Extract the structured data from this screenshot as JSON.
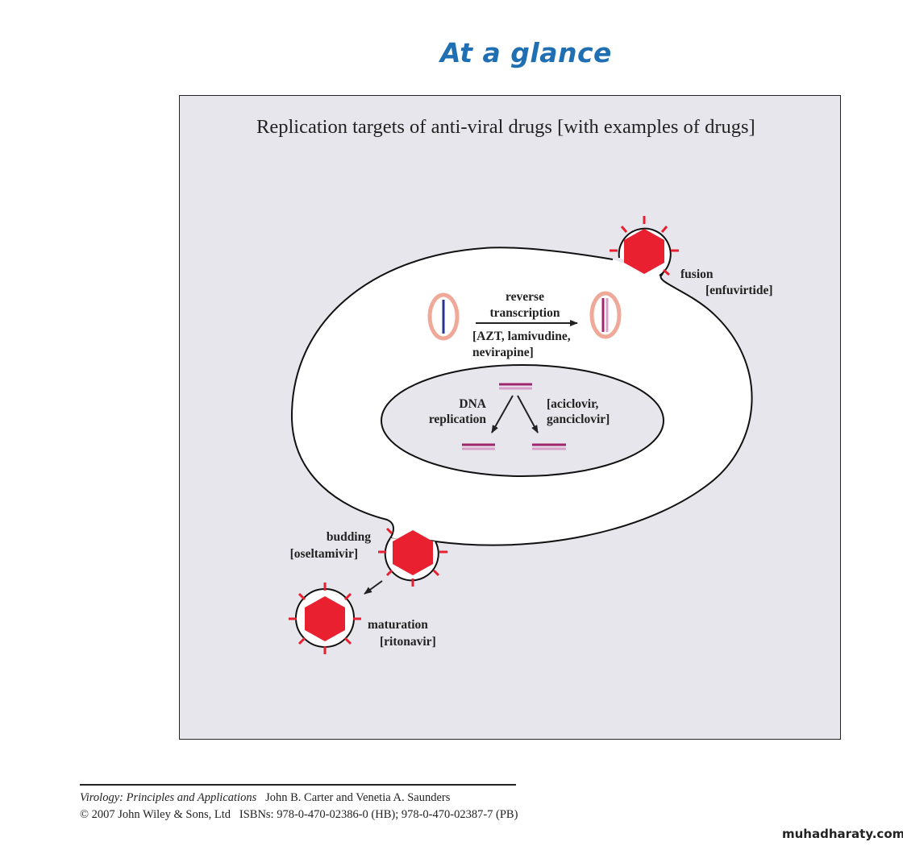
{
  "page": {
    "heading": "At a glance",
    "watermark": "muhadharaty.com"
  },
  "figure": {
    "title": "Replication targets of anti-viral drugs [with examples of drugs]",
    "steps": {
      "fusion": {
        "label": "fusion",
        "drugs": "[enfuvirtide]"
      },
      "reverse_transcription": {
        "label_line1": "reverse",
        "label_line2": "transcription",
        "drugs_line1": "[AZT, lamivudine,",
        "drugs_line2": "nevirapine]"
      },
      "dna_replication": {
        "label_line1": "DNA",
        "label_line2": "replication",
        "drugs_line1": "[aciclovir,",
        "drugs_line2": "ganciclovir]"
      },
      "budding": {
        "label": "budding",
        "drugs": "[oseltamivir]"
      },
      "maturation": {
        "label": "maturation",
        "drugs": "[ritonavir]"
      }
    },
    "colors": {
      "virion": "#e8202f",
      "capsid_ring": "#f0a898",
      "rna_strand": "#2a3590",
      "dna_strand": "#a0246e",
      "dna_strand_light": "#d8a0c8",
      "background": "#e6e6ec",
      "heading": "#1f6fb2"
    }
  },
  "footer": {
    "book_title": "Virology: Principles and Applications",
    "authors": "John B. Carter and Venetia A. Saunders",
    "copyright": "© 2007 John Wiley & Sons, Ltd",
    "isbns": "ISBNs: 978-0-470-02386-0 (HB); 978-0-470-02387-7 (PB)"
  }
}
